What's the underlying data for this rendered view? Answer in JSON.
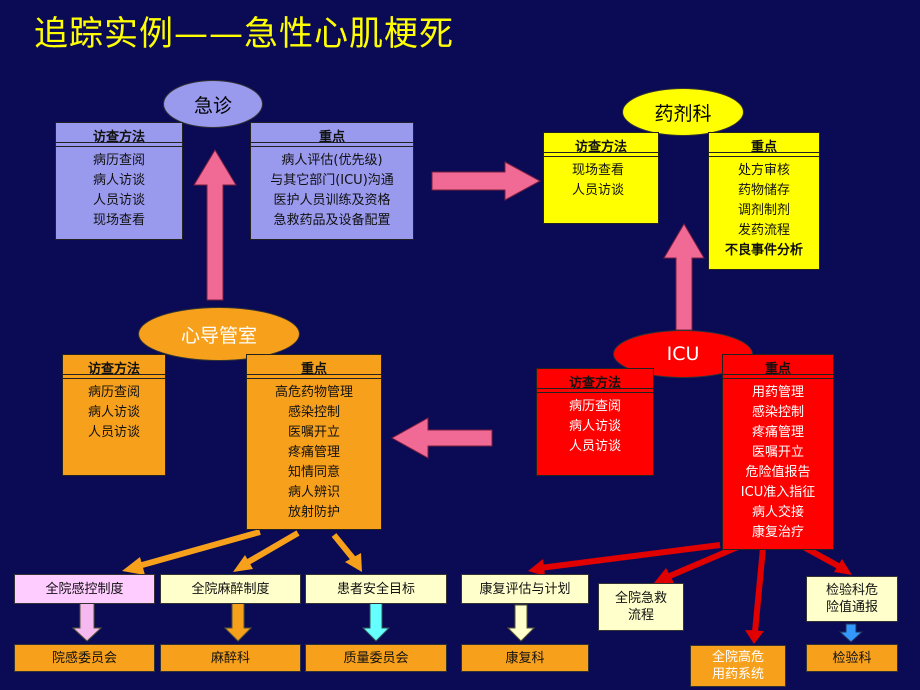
{
  "title": "追踪实例——急性心肌梗死",
  "colors": {
    "background": "#0b0b55",
    "title": "#ffff00",
    "purple": "#9999ee",
    "yellow": "#ffff00",
    "orange": "#f7a01c",
    "red": "#ff0000",
    "cream": "#ffffcc",
    "arrow_pink": "#f06a95"
  },
  "emergency": {
    "label": "急诊",
    "methods_header": "访查方法",
    "methods": [
      "病历查阅",
      "病人访谈",
      "人员访谈",
      "现场查看"
    ],
    "focus_header": "重点",
    "focus": [
      "病人评估(优先级)",
      "与其它部门(ICU)沟通",
      "医护人员训练及资格",
      "急救药品及设备配置"
    ]
  },
  "pharmacy": {
    "label": "药剂科",
    "methods_header": "访查方法",
    "methods": [
      "现场查看",
      "人员访谈"
    ],
    "focus_header": "重点",
    "focus": [
      "处方审核",
      "药物储存",
      "调剂制剂",
      "发药流程",
      "不良事件分析"
    ]
  },
  "cath_lab": {
    "label": "心导管室",
    "methods_header": "访查方法",
    "methods": [
      "病历查阅",
      "病人访谈",
      "人员访谈"
    ],
    "focus_header": "重点",
    "focus": [
      "高危药物管理",
      "感染控制",
      "医嘱开立",
      "疼痛管理",
      "知情同意",
      "病人辨识",
      "放射防护"
    ]
  },
  "icu": {
    "label": "ICU",
    "methods_header": "访查方法",
    "methods": [
      "病历查阅",
      "病人访谈",
      "人员访谈"
    ],
    "focus_header": "重点",
    "focus": [
      "用药管理",
      "感染控制",
      "疼痛管理",
      "医嘱开立",
      "危险值报告",
      "ICU准入指征",
      "病人交接",
      "康复治疗"
    ]
  },
  "bottom": {
    "infection_policy": "全院感控制度",
    "infection_committee": "院感委员会",
    "anesthesia_policy": "全院麻醉制度",
    "anesthesia_dept": "麻醉科",
    "safety_goals": "患者安全目标",
    "quality_committee": "质量委员会",
    "rehab_plan": "康复评估与计划",
    "rehab_dept": "康复科",
    "emergency_process": [
      "全院急救",
      "流程"
    ],
    "high_risk_drug": [
      "全院高危",
      "用药系统"
    ],
    "lab_alert": [
      "检验科危",
      "险值通报"
    ],
    "lab_dept": "检验科"
  }
}
